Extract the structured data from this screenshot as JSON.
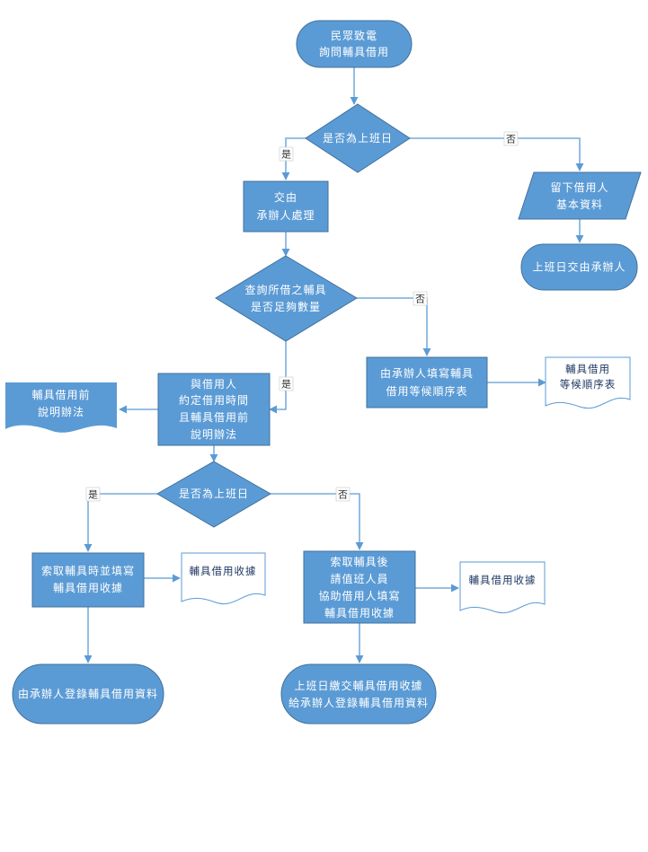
{
  "nodes": {
    "start": [
      "民眾致電",
      "詢問輔具借用"
    ],
    "check_workday_1": [
      "是否為上班日"
    ],
    "handoff_handler": [
      "交由",
      "承辦人處理"
    ],
    "leave_info": [
      "留下借用人",
      "基本資料"
    ],
    "handoff_next_day": [
      "上班日交由承辦人"
    ],
    "check_stock": [
      "查詢所借之輔具",
      "是否足夠數量"
    ],
    "fill_waitlist": [
      "由承辦人填寫輔具",
      "借用等候順序表"
    ],
    "waitlist_doc": [
      "輔具借用",
      "等候順序表"
    ],
    "arrange_time": [
      "與借用人",
      "約定借用時間",
      "且輔具借用前",
      "說明辦法"
    ],
    "explain_doc": [
      "輔具借用前",
      "說明辦法"
    ],
    "check_workday_2": [
      "是否為上班日"
    ],
    "pickup_fill": [
      "索取輔具時並填寫",
      "輔具借用收據"
    ],
    "receipt_doc_1": [
      "輔具借用收據"
    ],
    "duty_fill": [
      "索取輔具後",
      "請值班人員",
      "協助借用人填寫",
      "輔具借用收據"
    ],
    "receipt_doc_2": [
      "輔具借用收據"
    ],
    "register_end": [
      "由承辦人登錄輔具借用資料"
    ],
    "submit_end": [
      "上班日繳交輔具借用收據",
      "給承辦人登錄輔具借用資料"
    ]
  },
  "labels": {
    "yes": "是",
    "no": "否"
  },
  "colors": {
    "node_fill": "#5b9bd5",
    "node_border": "#41719c",
    "line": "#5b9bd5",
    "node_text": "#ffffff"
  }
}
